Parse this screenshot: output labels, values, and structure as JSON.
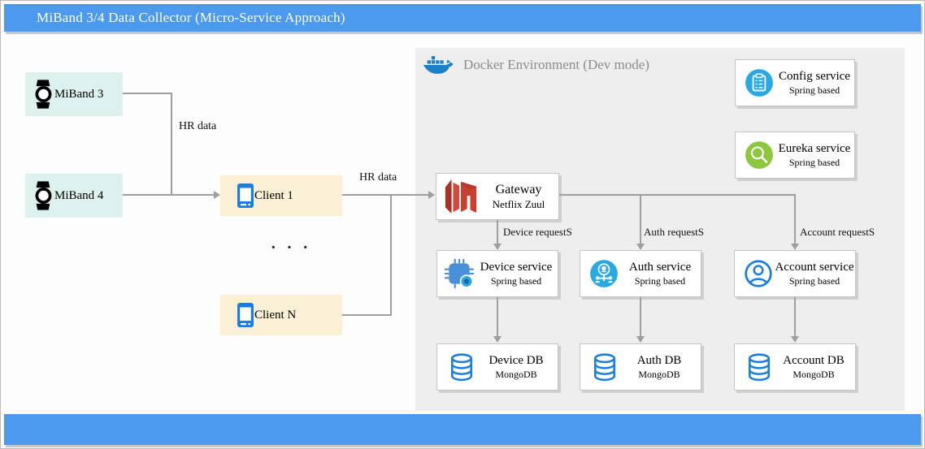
{
  "title_bar": {
    "text": "MiBand 3/4 Data Collector (Micro-Service Approach)"
  },
  "diagram": {
    "devices": {
      "miband3": {
        "label": "MiBand 3"
      },
      "miband4": {
        "label": "MiBand 4"
      }
    },
    "clients": {
      "client1": {
        "label": "Client 1"
      },
      "clientN": {
        "label": "Client N"
      },
      "ellipsis": "· · ·"
    },
    "edge_labels": {
      "hr_data_devices": "HR data",
      "hr_data_gateway": "HR data",
      "device_requests": "Device requestS",
      "auth_requests": "Auth requestS",
      "account_requests": "Account requestS"
    },
    "docker": {
      "title": "Docker Environment (Dev mode)",
      "nodes": {
        "gateway": {
          "title": "Gateway",
          "subtitle": "Netflix Zuul"
        },
        "config_service": {
          "title": "Config service",
          "subtitle": "Spring based"
        },
        "eureka_service": {
          "title": "Eureka service",
          "subtitle": "Spring based"
        },
        "device_service": {
          "title": "Device service",
          "subtitle": "Spring based"
        },
        "auth_service": {
          "title": "Auth service",
          "subtitle": "Spring based"
        },
        "account_service": {
          "title": "Account service",
          "subtitle": "Spring based"
        },
        "device_db": {
          "title": "Device DB",
          "subtitle": "MongoDB"
        },
        "auth_db": {
          "title": "Auth DB",
          "subtitle": "MongoDB"
        },
        "account_db": {
          "title": "Account DB",
          "subtitle": "MongoDB"
        }
      }
    }
  },
  "colors": {
    "accent_bar": "#4c9af0",
    "device_box_bg": "#ddf1ee",
    "client_box_bg": "#faf0d5",
    "docker_panel_bg": "#eeeeee",
    "connector": "#9e9e9e",
    "icon_blue": "#29a9e1",
    "icon_outline_blue": "#1a7ee0",
    "eureka_green": "#8dc63f",
    "zuul_red": "#c8402f",
    "docker_blue": "#1d7fc6",
    "chip_blue": "#4a90d9"
  }
}
